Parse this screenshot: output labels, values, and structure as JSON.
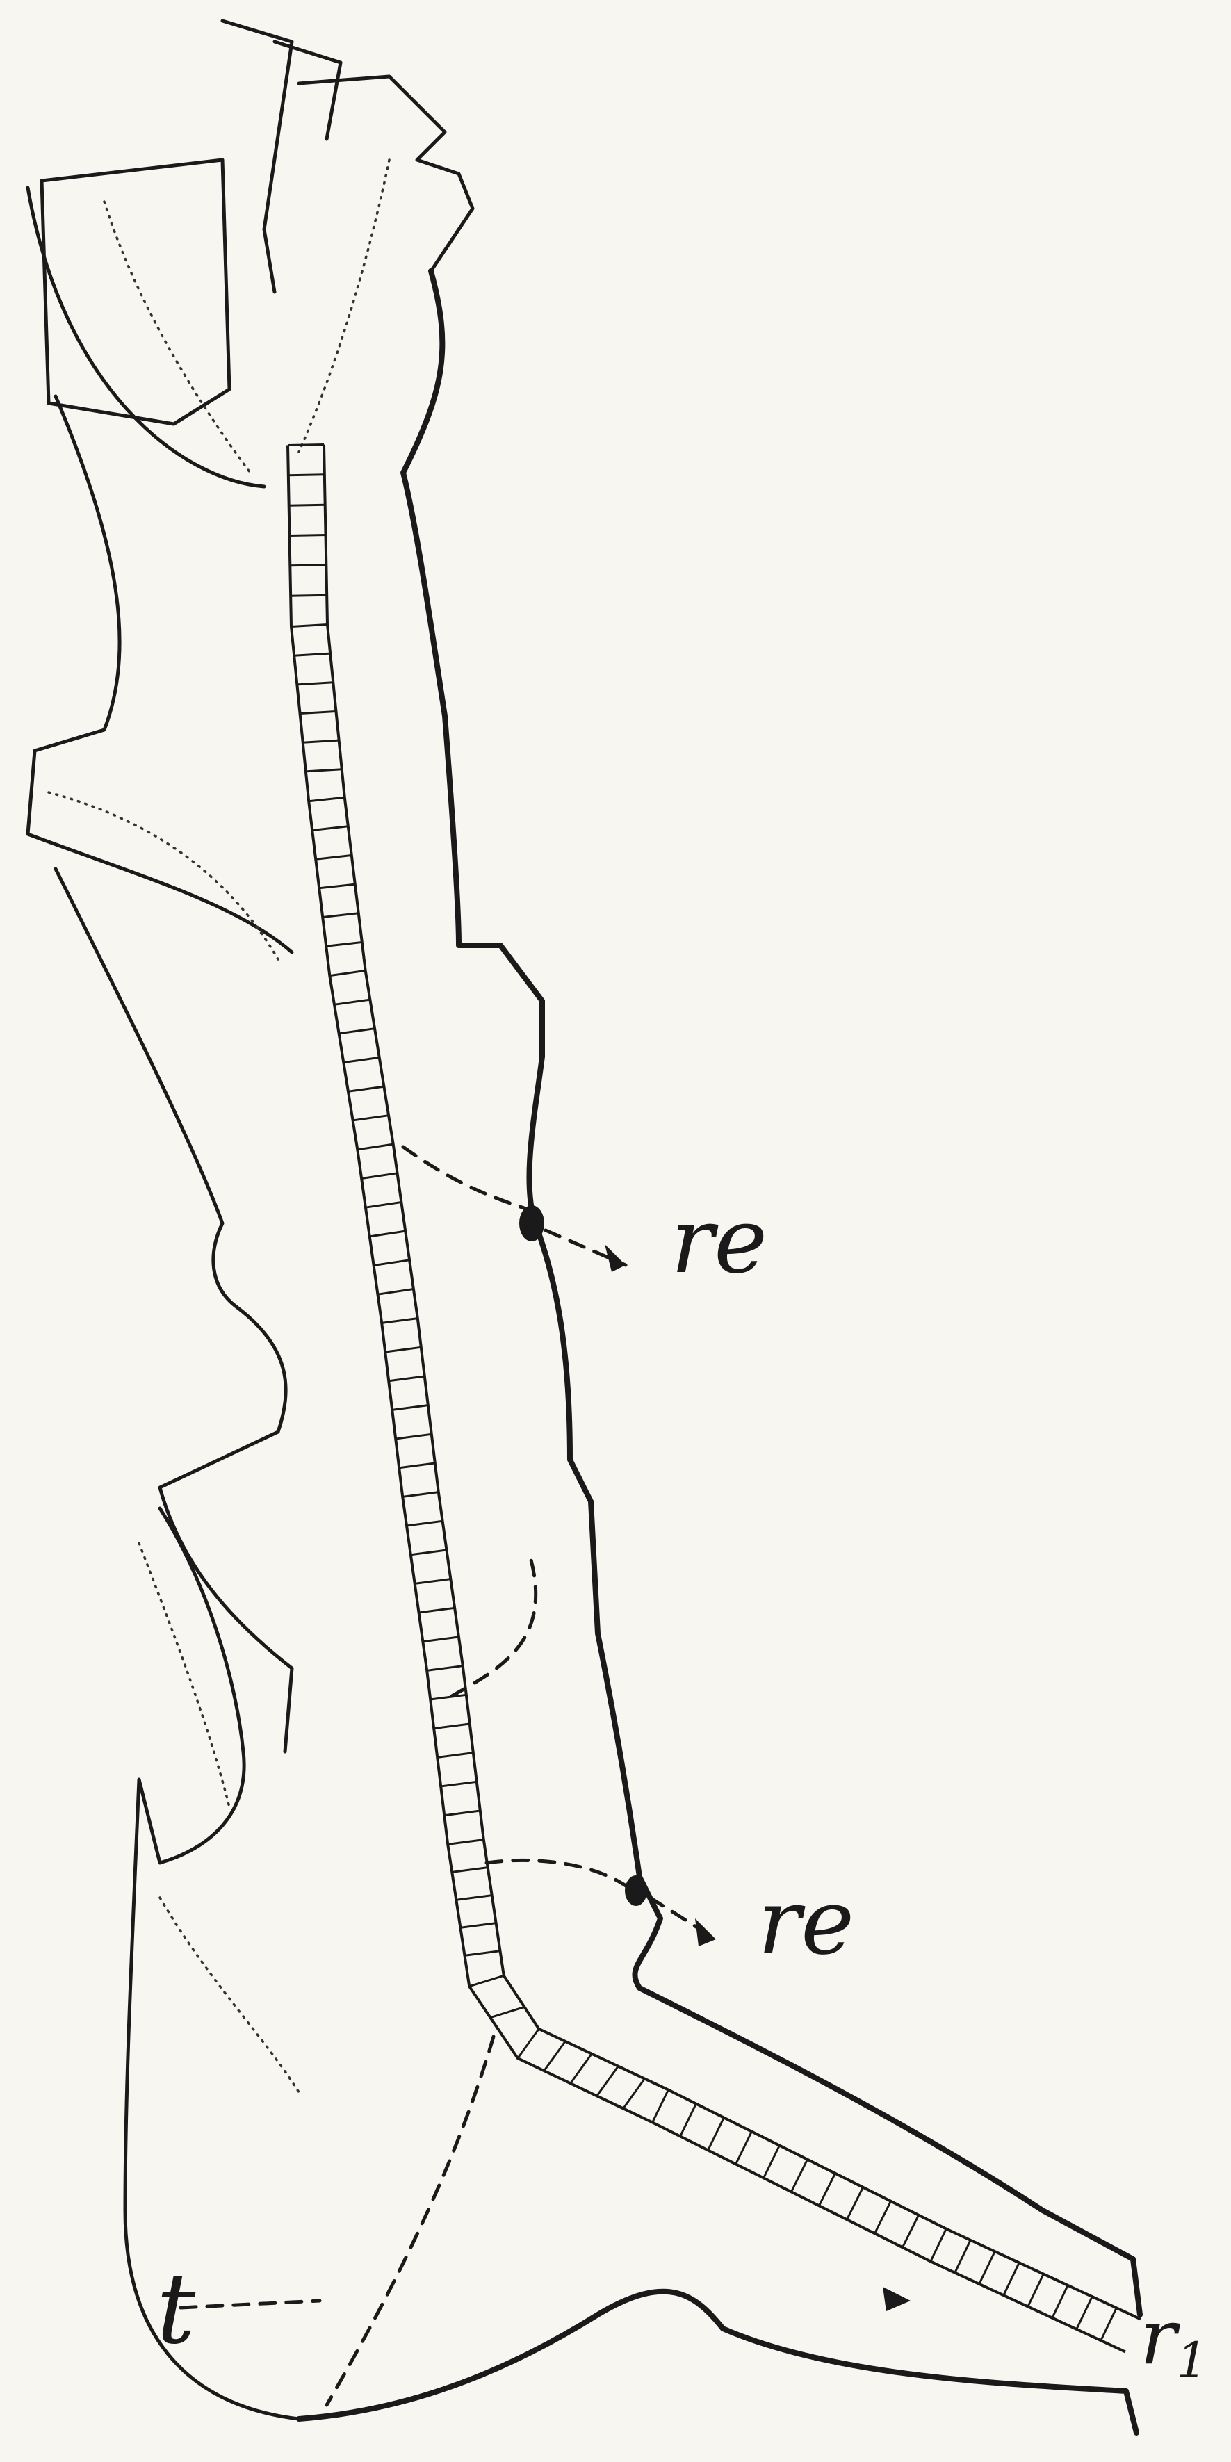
{
  "labels": {
    "re_upper": "re",
    "re_lower": "re",
    "r1_main": "r",
    "r1_sub": "1",
    "t": "t"
  },
  "colors": {
    "ink": "#1a1a1a",
    "paper": "#f7f6f1"
  }
}
